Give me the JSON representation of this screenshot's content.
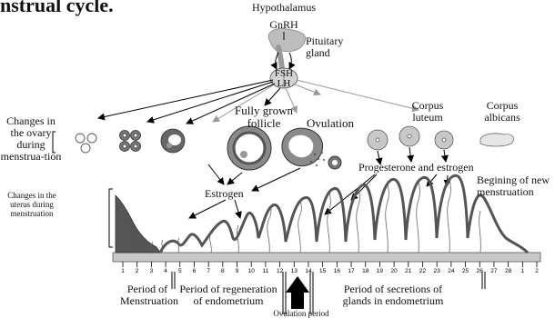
{
  "title_fragment": "nstrual cycle.",
  "labels": {
    "hypothalamus": "Hypothalamus",
    "gnrh": "GnRH",
    "pituitary": "Pituitary\ngland",
    "fsh": "FSH",
    "lh": "LH",
    "ovary_changes": "Changes in\nthe ovary\nduring\nmenstrua-tion",
    "fully_grown_follicle": "Fully grown\nfollicle",
    "ovulation": "Ovulation",
    "corpus_luteum": "Corpus\nluteum",
    "corpus_albicans": "Corpus\nalbicans",
    "progesterone_estrogen": "Progesterone and estrogen",
    "estrogen": "Estrogen",
    "beginning_new": "Begining of new\nmenstruation",
    "uterus_changes": "Changes in the\nuterus during\nmenstruation",
    "period_menstruation": "Period of\nMenstruation",
    "period_regeneration": "Period of regeneration\nof endometrium",
    "period_secretions": "Period of secretions of\nglands in endometrium",
    "ovulation_period": "Ovulation period"
  },
  "days": [
    "1",
    "2",
    "3",
    "4",
    "5",
    "6",
    "7",
    "8",
    "9",
    "10",
    "11",
    "12",
    "13",
    "14",
    "15",
    "16",
    "17",
    "18",
    "19",
    "20",
    "21",
    "22",
    "23",
    "24",
    "25",
    "26",
    "27",
    "28",
    "1",
    "2"
  ],
  "colors": {
    "gray_fill": "#c8c8c8",
    "dark_fill": "#555555",
    "gray_arrow": "#9a9a9a",
    "black": "#000000"
  }
}
